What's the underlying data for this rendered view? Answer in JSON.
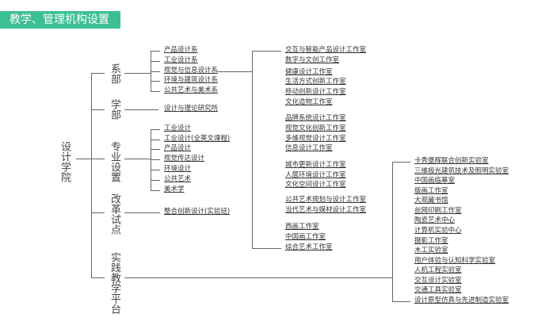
{
  "title": "教学、管理机构设置",
  "root": "设计学院",
  "categories": [
    {
      "label": "系部",
      "items": [
        "产品设计系",
        "工业设计系",
        "视觉与信息设计系",
        "环境与建筑设计系",
        "公共艺术与美术系"
      ]
    },
    {
      "label": "学部",
      "items": [
        "设计与理论研究所"
      ]
    },
    {
      "label": "专业设置",
      "items": [
        "工业设计",
        "工业设计(全英文课程)",
        "产品设计",
        "视觉传达设计",
        "环境设计",
        "公共艺术",
        "美术学"
      ]
    },
    {
      "label": "改革试点",
      "items": [
        "整合创新设计(实验班)"
      ]
    },
    {
      "label": "实践教学平台",
      "items": [
        "卡秀堡辉联合创新实验室",
        "三维极光建筑技术及照明实验室",
        "中国画临摹室",
        "版画工作室",
        "大观藏书馆",
        "丝网印刷工作室",
        "陶瓷艺术中心",
        "计算机实验中心",
        "摄影工作室",
        "木工实验室",
        "用户体验与认知科学实验室",
        "人机工程实验室",
        "交互设计实验室",
        "交通工具实验室",
        "设计原型仿真与先进制造实验室"
      ]
    }
  ],
  "studios": [
    "交互与智能产品设计工作室",
    "数字与文创工作室",
    "健康设计工作室",
    "生活方式创新工作室",
    "移动创新设计工作室",
    "文化造物工作室",
    "品牌系统设计工作室",
    "视觉文化创新工作室",
    "多维视觉设计工作室",
    "信息设计工作室",
    "城市更新设计工作室",
    "人居环境设计工作室",
    "文化空间设计工作室",
    "公共艺术规划与设计工作室",
    "当代艺术与媒材设计工作室",
    "西画工作室",
    "中国画工作室",
    "综合艺术工作室"
  ],
  "colors": {
    "title_bg": "#3dbf94",
    "line": "#666666"
  }
}
